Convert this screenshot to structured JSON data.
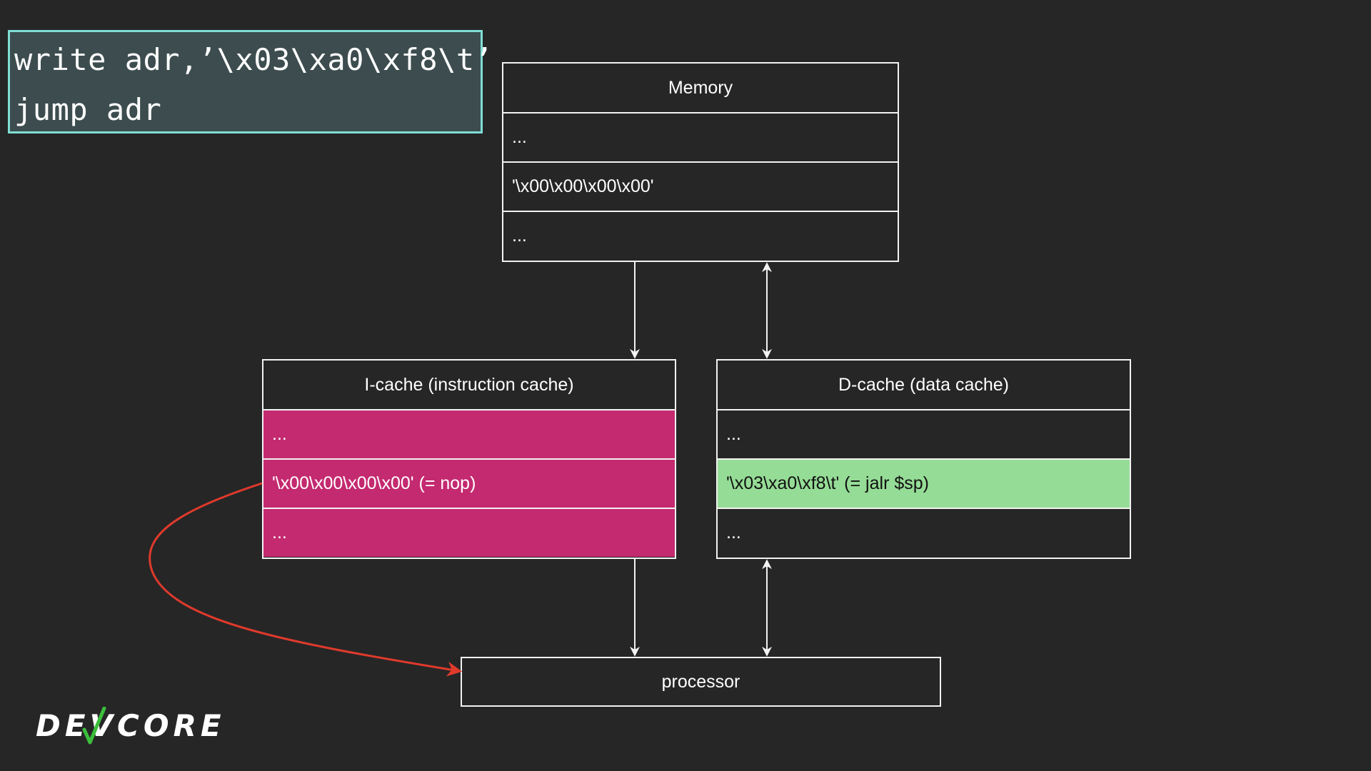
{
  "code": {
    "line1": "write adr,’\\x03\\xa0\\xf8\\t’",
    "line2": "jump adr"
  },
  "memory": {
    "title": "Memory",
    "rows": [
      "...",
      "'\\x00\\x00\\x00\\x00'",
      "..."
    ]
  },
  "icache": {
    "title": "I-cache (instruction cache)",
    "rows": [
      "...",
      "'\\x00\\x00\\x00\\x00' (= nop)",
      "..."
    ]
  },
  "dcache": {
    "title": "D-cache (data cache)",
    "rows": [
      "...",
      "'\\x03\\xa0\\xf8\\t' (= jalr $sp)",
      "..."
    ]
  },
  "processor": {
    "label": "processor"
  },
  "logo": {
    "text": "DEVCORE"
  },
  "colors": {
    "background": "#262626",
    "code_bg": "#3d4d4f",
    "code_border": "#7fded5",
    "icache_fill": "#c42a70",
    "dcache_highlight": "#95dc96",
    "red_arrow": "#e03a2c",
    "logo_check": "#3bbf3b"
  }
}
